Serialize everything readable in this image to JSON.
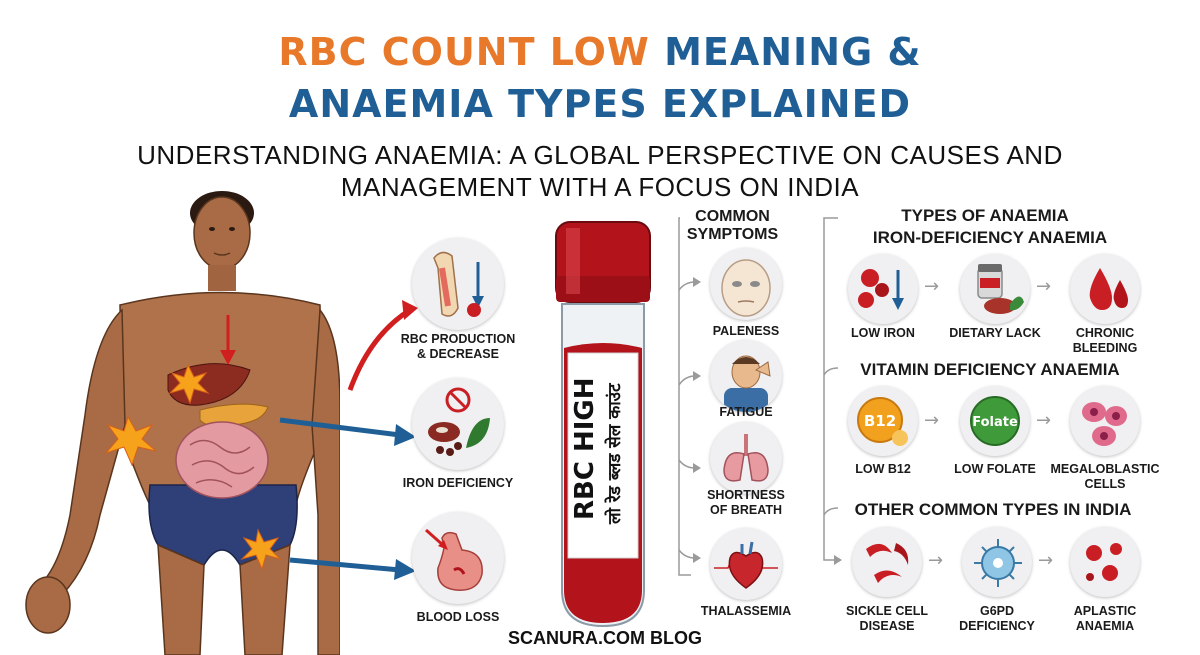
{
  "title": {
    "line1_orange": "RBC COUNT LOW",
    "line1_blue": " MEANING &",
    "line2": "ANAEMIA TYPES EXPLAINED",
    "color_orange": "#e8792a",
    "color_blue": "#1f5f96"
  },
  "subtitle": {
    "line1": "UNDERSTANDING ANAEMIA: A GLOBAL PERSPECTIVE ON CAUSES AND",
    "line2": "MANAGEMENT WITH A FOCUS ON INDIA"
  },
  "causes": {
    "rbc_production": "RBC PRODUCTION",
    "rbc_production_2": "& DECREASE",
    "iron_deficiency": "IRON DEFICIENCY",
    "blood_loss": "BLOOD LOSS"
  },
  "tube": {
    "label_line1": "RBC HIGH",
    "label_line2": "लो रेड ब्लड सेल काउंट",
    "blood_color": "#b3131b"
  },
  "symptoms": {
    "heading_line1": "COMMON",
    "heading_line2": "SYMPTOMS",
    "items": [
      {
        "label_line1": "PALENESS",
        "label_line2": ""
      },
      {
        "label_line1": "FATIGUE",
        "label_line2": ""
      },
      {
        "label_line1": "SHORTNESS",
        "label_line2": "OF BREATH"
      },
      {
        "label_line1": "THALASSEMIA",
        "label_line2": ""
      }
    ]
  },
  "types": {
    "heading": "TYPES OF ANAEMIA",
    "iron_heading": "IRON-DEFICIENCY ANAEMIA",
    "iron_items": [
      {
        "line1": "LOW IRON",
        "line2": ""
      },
      {
        "line1": "DIETARY LACK",
        "line2": ""
      },
      {
        "line1": "CHRONIC",
        "line2": "BLEEDING"
      }
    ],
    "vitamin_heading": "VITAMIN DEFICIENCY ANAEMIA",
    "vitamin_items": [
      {
        "line1": "LOW B12",
        "line2": ""
      },
      {
        "line1": "LOW FOLATE",
        "line2": ""
      },
      {
        "line1": "MEGALOBLASTIC",
        "line2": "CELLS"
      }
    ],
    "b12_icon_text": "B12",
    "folate_icon_text": "Folate",
    "other_heading": "OTHER COMMON TYPES IN INDIA",
    "other_items": [
      {
        "line1": "SICKLE CELL",
        "line2": "DISEASE"
      },
      {
        "line1": "G6PD",
        "line2": "DEFICIENCY"
      },
      {
        "line1": "APLASTIC",
        "line2": "ANAEMIA"
      }
    ]
  },
  "footer": "SCANURA.COM BLOG",
  "icons": [
    "body-illustration",
    "bone-marrow-icon",
    "iron-food-icon",
    "stomach-icon",
    "pale-face-icon",
    "tired-person-icon",
    "lungs-icon",
    "heart-icon",
    "rbc-cells-icon",
    "supplements-icon",
    "blood-drops-icon",
    "b12-icon",
    "folate-icon",
    "megaloblastic-cells-icon",
    "sickle-cells-icon",
    "g6pd-cell-icon",
    "aplastic-cells-icon"
  ]
}
